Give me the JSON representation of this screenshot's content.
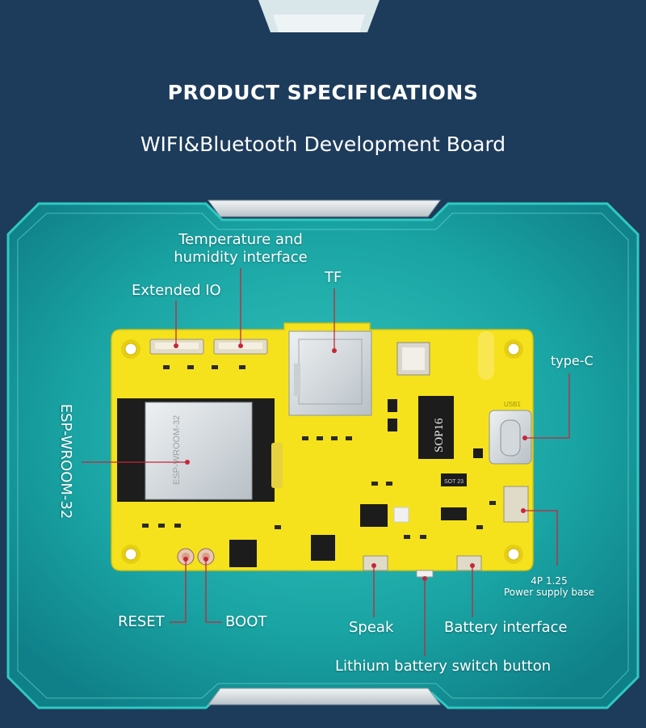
{
  "header": {
    "title": "PRODUCT SPECIFICATIONS",
    "subtitle": "WIFI&Bluetooth Development Board"
  },
  "board": {
    "module_marking": "ESP-WROOM-32",
    "chip_marking": "SOP16",
    "transistor_marking": "SOT 23",
    "usb_marking": "USB1"
  },
  "callouts": {
    "temperature_humidity_line1": "Temperature and",
    "temperature_humidity_line2": "humidity interface",
    "tf": "TF",
    "extended_io": "Extended IO",
    "type_c": "type-C",
    "esp_module": "ESP-WROOM-32",
    "power_base_line1": "4P 1.25",
    "power_base_line2": "Power supply base",
    "reset": "RESET",
    "boot": "BOOT",
    "speak": "Speak",
    "battery_interface": "Battery interface",
    "lithium_switch": "Lithium battery switch button"
  },
  "colors": {
    "background": "#1d3c5c",
    "panel": "#16a4a2",
    "panel_border": "#2fc9c2",
    "board": "#f5e21c",
    "leader_line": "#c4273a",
    "text": "#ffffff"
  }
}
